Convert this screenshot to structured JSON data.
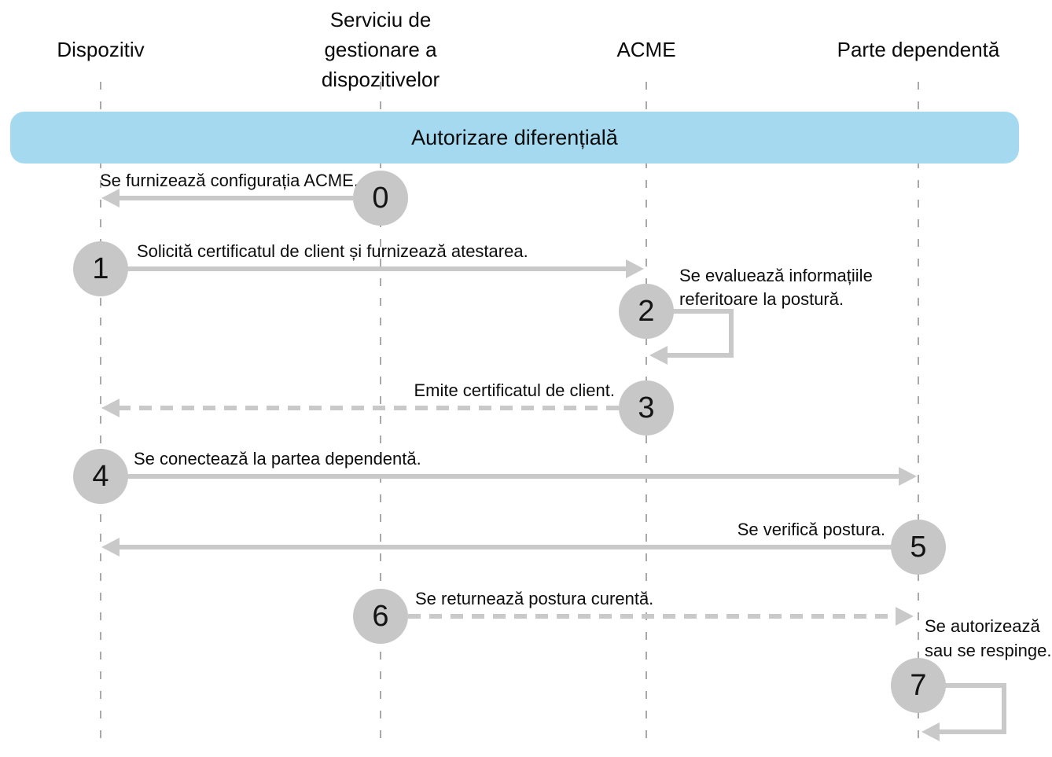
{
  "banner": {
    "label": "Autorizare diferențială"
  },
  "actors": [
    {
      "name": "Dispozitiv"
    },
    {
      "name": "Serviciu de gestionare a dispozitivelor"
    },
    {
      "name": "ACME"
    },
    {
      "name": "Parte dependentă"
    }
  ],
  "steps": [
    {
      "number": "0",
      "label": "Se furnizează configurația ACME.",
      "from": "Serviciu de gestionare a dispozitivelor",
      "to": "Dispozitiv",
      "line": "solid"
    },
    {
      "number": "1",
      "label": "Solicită certificatul de client și furnizează atestarea.",
      "from": "Dispozitiv",
      "to": "ACME",
      "line": "solid"
    },
    {
      "number": "2",
      "label": "Se evaluează informațiile referitoare la postură.",
      "from": "ACME",
      "to": "ACME",
      "line": "self-loop"
    },
    {
      "number": "3",
      "label": "Emite certificatul de client.",
      "from": "ACME",
      "to": "Dispozitiv",
      "line": "dashed"
    },
    {
      "number": "4",
      "label": "Se conectează la partea dependentă.",
      "from": "Dispozitiv",
      "to": "Parte dependentă",
      "line": "solid"
    },
    {
      "number": "5",
      "label": "Se verifică postura.",
      "from": "Parte dependentă",
      "to": "Dispozitiv",
      "line": "solid"
    },
    {
      "number": "6",
      "label": "Se returnează postura curentă.",
      "from": "Serviciu de gestionare a dispozitivelor",
      "to": "Parte dependentă",
      "line": "dashed"
    },
    {
      "number": "7",
      "label": "Se autorizează sau se respinge.",
      "from": "Parte dependentă",
      "to": "Parte dependentă",
      "line": "self-loop"
    }
  ],
  "colors": {
    "banner_fill": "#A5D9F0",
    "circle_fill": "#C7C7C7",
    "arrow_stroke": "#C9C9C9",
    "lifeline_stroke": "#A9A9A9",
    "text": "#0D0D0D"
  }
}
